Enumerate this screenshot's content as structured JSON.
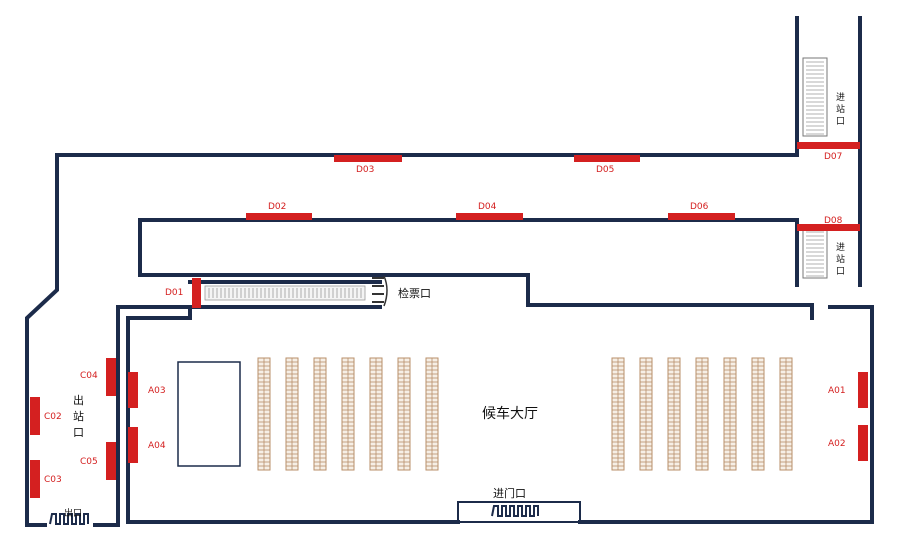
{
  "labels": {
    "hall": "候车大厅",
    "ticket_check": "检票口",
    "exit_vertical": [
      "出",
      "站",
      "口"
    ],
    "entry_top": [
      "进",
      "站",
      "口"
    ],
    "entry_bottom": [
      "进",
      "站",
      "口"
    ],
    "entrance_gate": "进门口",
    "exit_small": "出口"
  },
  "doors": [
    {
      "id": "D01",
      "code": "D01"
    },
    {
      "id": "D02",
      "code": "D02"
    },
    {
      "id": "D03",
      "code": "D03"
    },
    {
      "id": "D04",
      "code": "D04"
    },
    {
      "id": "D05",
      "code": "D05"
    },
    {
      "id": "D06",
      "code": "D06"
    },
    {
      "id": "D07",
      "code": "D07"
    },
    {
      "id": "D08",
      "code": "D08"
    },
    {
      "id": "A01",
      "code": "A01"
    },
    {
      "id": "A02",
      "code": "A02"
    },
    {
      "id": "A03",
      "code": "A03"
    },
    {
      "id": "A04",
      "code": "A04"
    },
    {
      "id": "C02",
      "code": "C02"
    },
    {
      "id": "C03",
      "code": "C03"
    },
    {
      "id": "C04",
      "code": "C04"
    },
    {
      "id": "C05",
      "code": "C05"
    }
  ],
  "colors": {
    "wall": "#1c2b4a",
    "door": "#d42020",
    "bench": "#b88f6a"
  }
}
